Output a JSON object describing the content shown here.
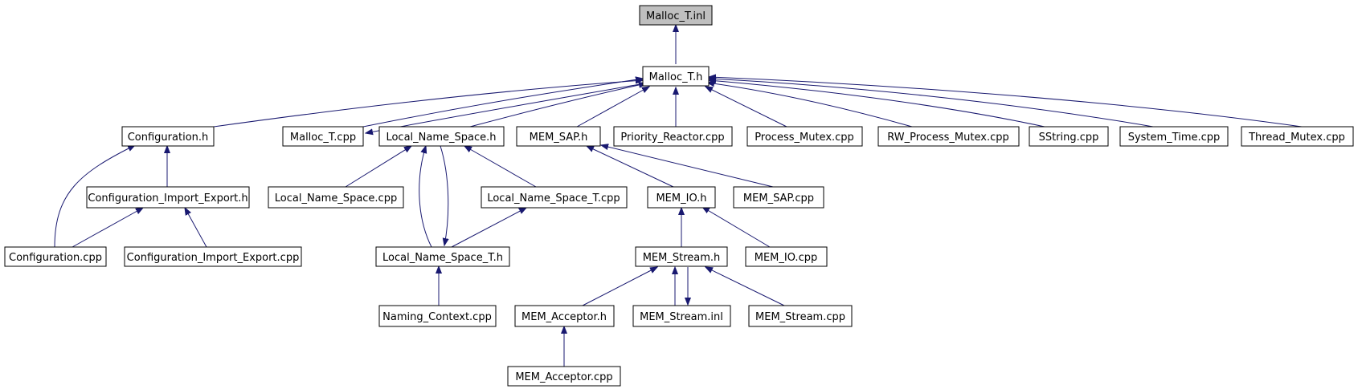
{
  "diagram": {
    "edge_color": "#191970",
    "root_fill": "#bfbfbf",
    "nodes": {
      "malloc_t_inl": "Malloc_T.inl",
      "malloc_t_h": "Malloc_T.h",
      "configuration_h": "Configuration.h",
      "malloc_t_cpp": "Malloc_T.cpp",
      "local_name_space_h": "Local_Name_Space.h",
      "mem_sap_h": "MEM_SAP.h",
      "priority_reactor_cpp": "Priority_Reactor.cpp",
      "process_mutex_cpp": "Process_Mutex.cpp",
      "rw_process_mutex_cpp": "RW_Process_Mutex.cpp",
      "sstring_cpp": "SString.cpp",
      "system_time_cpp": "System_Time.cpp",
      "thread_mutex_cpp": "Thread_Mutex.cpp",
      "configuration_import_export_h": "Configuration_Import_Export.h",
      "local_name_space_cpp": "Local_Name_Space.cpp",
      "local_name_space_t_cpp": "Local_Name_Space_T.cpp",
      "mem_io_h": "MEM_IO.h",
      "mem_sap_cpp": "MEM_SAP.cpp",
      "configuration_cpp": "Configuration.cpp",
      "configuration_import_export_cpp": "Configuration_Import_Export.cpp",
      "local_name_space_t_h": "Local_Name_Space_T.h",
      "mem_stream_h": "MEM_Stream.h",
      "mem_io_cpp": "MEM_IO.cpp",
      "naming_context_cpp": "Naming_Context.cpp",
      "mem_acceptor_h": "MEM_Acceptor.h",
      "mem_stream_inl": "MEM_Stream.inl",
      "mem_stream_cpp": "MEM_Stream.cpp",
      "mem_acceptor_cpp": "MEM_Acceptor.cpp"
    },
    "edges": [
      [
        "malloc_t_h",
        "malloc_t_inl"
      ],
      [
        "configuration_h",
        "malloc_t_h"
      ],
      [
        "malloc_t_cpp",
        "malloc_t_h"
      ],
      [
        "malloc_t_h",
        "malloc_t_cpp"
      ],
      [
        "local_name_space_h",
        "malloc_t_h"
      ],
      [
        "mem_sap_h",
        "malloc_t_h"
      ],
      [
        "priority_reactor_cpp",
        "malloc_t_h"
      ],
      [
        "process_mutex_cpp",
        "malloc_t_h"
      ],
      [
        "rw_process_mutex_cpp",
        "malloc_t_h"
      ],
      [
        "sstring_cpp",
        "malloc_t_h"
      ],
      [
        "system_time_cpp",
        "malloc_t_h"
      ],
      [
        "thread_mutex_cpp",
        "malloc_t_h"
      ],
      [
        "configuration_import_export_h",
        "configuration_h"
      ],
      [
        "configuration_cpp",
        "configuration_h"
      ],
      [
        "configuration_cpp",
        "configuration_import_export_h"
      ],
      [
        "configuration_import_export_cpp",
        "configuration_import_export_h"
      ],
      [
        "local_name_space_cpp",
        "local_name_space_h"
      ],
      [
        "local_name_space_t_h",
        "local_name_space_h"
      ],
      [
        "local_name_space_h",
        "local_name_space_t_h"
      ],
      [
        "local_name_space_t_cpp",
        "local_name_space_h"
      ],
      [
        "local_name_space_t_h",
        "local_name_space_t_cpp"
      ],
      [
        "naming_context_cpp",
        "local_name_space_t_h"
      ],
      [
        "mem_io_h",
        "mem_sap_h"
      ],
      [
        "mem_sap_cpp",
        "mem_sap_h"
      ],
      [
        "mem_stream_h",
        "mem_io_h"
      ],
      [
        "mem_io_cpp",
        "mem_io_h"
      ],
      [
        "mem_acceptor_h",
        "mem_stream_h"
      ],
      [
        "mem_stream_inl",
        "mem_stream_h"
      ],
      [
        "mem_stream_h",
        "mem_stream_inl"
      ],
      [
        "mem_stream_cpp",
        "mem_stream_h"
      ],
      [
        "mem_acceptor_cpp",
        "mem_acceptor_h"
      ]
    ]
  }
}
